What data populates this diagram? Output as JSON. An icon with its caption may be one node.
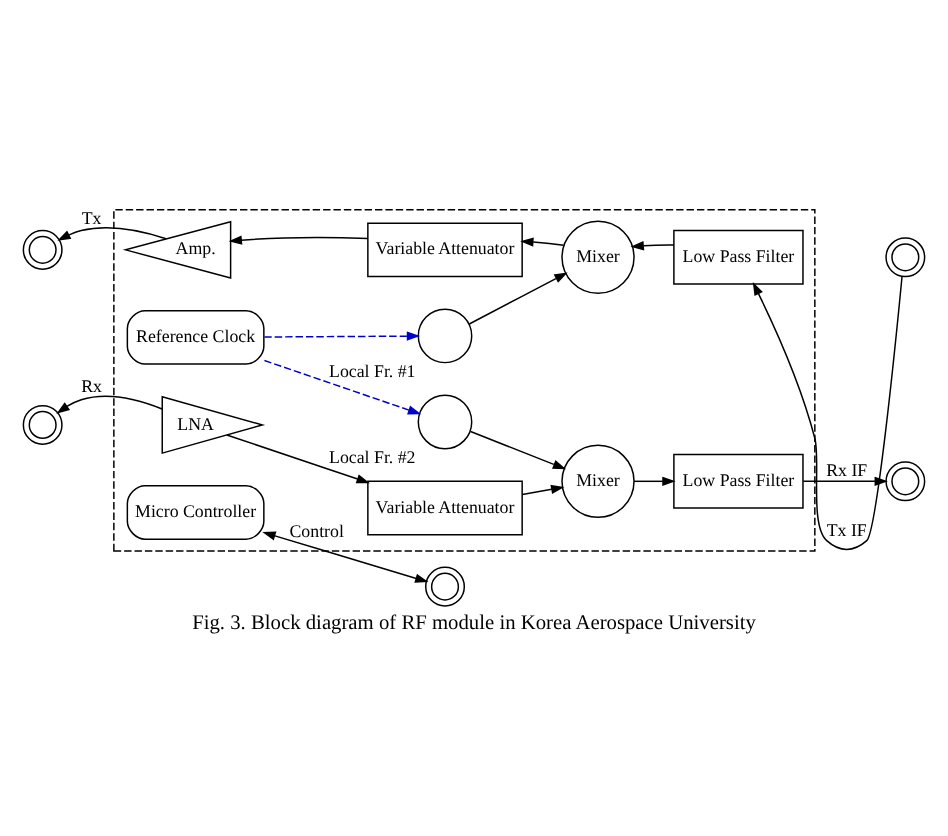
{
  "diagram": {
    "caption": "Fig. 3. Block diagram of RF module in Korea Aerospace University",
    "nodes": [
      {
        "text": [],
        "shape": "box"
      },
      {
        "text": [],
        "shape": "circle"
      },
      {
        "text": [
          "Amp."
        ],
        "in": 0
      },
      {
        "text": [
          "Variable Attenuator"
        ],
        "in": 0
      },
      {
        "text": [
          "Mixer"
        ],
        "in": 0
      },
      {
        "text": [
          "Low Pass Filter"
        ],
        "in": 0
      },
      {
        "text": [],
        "shape": "circle"
      },
      {
        "text": [],
        "shape": "circle",
        "beside": [
          "Local Fr. #1"
        ],
        "in": 0
      },
      {
        "text": [
          "Reference Clock"
        ],
        "in": 0
      },
      {
        "text": [
          "Micro Controller"
        ],
        "in": 0
      },
      {
        "text": [],
        "shape": "circle"
      },
      {
        "text": [],
        "shape": "circle",
        "beside": [
          "Local Fr. #2"
        ],
        "in": 0
      },
      {
        "text": [],
        "shape": "circle"
      },
      {
        "text": [
          "LNA"
        ],
        "in": 0
      },
      {
        "text": [
          "Variable Attenuator"
        ],
        "in": 0
      },
      {
        "text": [
          "Mixer"
        ],
        "in": 0
      },
      {
        "text": [
          "Low Pass Filter"
        ],
        "in": 0
      },
      {
        "text": [],
        "shape": "circle"
      }
    ],
    "edges": [
      {
        "from": 6,
        "to": 5,
        "arrow": "to",
        "label": "Tx IF"
      },
      {
        "from": 5,
        "to": 4,
        "arrow": "to"
      },
      {
        "from": 4,
        "to": 3,
        "arrow": "to"
      },
      {
        "from": 3,
        "to": 2,
        "arrow": "to"
      },
      {
        "from": 2,
        "to": 1,
        "arrow": "to",
        "label": "Tx"
      },
      {
        "from": 7,
        "to": 4,
        "arrow": "to"
      },
      {
        "from": 8,
        "to": 7,
        "arrow": "to",
        "style": "dashed",
        "color": "#0000cc"
      },
      {
        "from": 8,
        "to": 11,
        "arrow": "to",
        "style": "dashed",
        "color": "#0000cc"
      },
      {
        "from": 9,
        "to": 10,
        "arrow": "both",
        "label": "Control"
      },
      {
        "from": 11,
        "to": 15,
        "arrow": "to"
      },
      {
        "from": 13,
        "to": 12,
        "arrow": "to",
        "label": "Rx"
      },
      {
        "from": 13,
        "to": 14,
        "arrow": "to"
      },
      {
        "from": 14,
        "to": 15,
        "arrow": "to"
      },
      {
        "from": 15,
        "to": 16,
        "arrow": "to"
      },
      {
        "from": 16,
        "to": 17,
        "arrow": "to",
        "label": "Rx IF"
      }
    ]
  }
}
